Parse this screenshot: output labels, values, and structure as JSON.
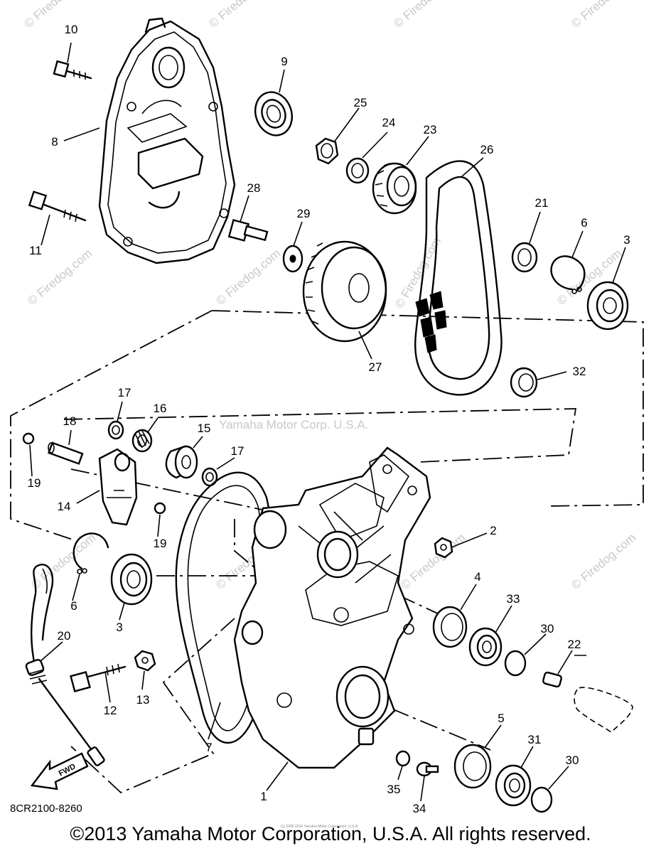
{
  "watermark": {
    "center": "Yamaha Motor Corp. U.S.A.",
    "tile": "© Firedog.com"
  },
  "diagram_code": "8CR2100-8260",
  "fwd_label": "FWD",
  "copyright": "©2013 Yamaha Motor Corporation, U.S.A. All rights reserved.",
  "small_copyright": "(c) 2005-2016 Yamaha Motor Corporation, U.S.A.",
  "callouts": {
    "n1": "1",
    "n2": "2",
    "n3a": "3",
    "n3b": "3",
    "n4": "4",
    "n5": "5",
    "n6a": "6",
    "n6b": "6",
    "n7": "7",
    "n8": "8",
    "n9": "9",
    "n10": "10",
    "n11": "11",
    "n12": "12",
    "n13": "13",
    "n14": "14",
    "n15": "15",
    "n16": "16",
    "n17a": "17",
    "n17b": "17",
    "n18": "18",
    "n19a": "19",
    "n19b": "19",
    "n20": "20",
    "n21": "21",
    "n22": "22",
    "n23": "23",
    "n24": "24",
    "n25": "25",
    "n26": "26",
    "n27": "27",
    "n28": "28",
    "n29": "29",
    "n30a": "30",
    "n30b": "30",
    "n31": "31",
    "n32": "32",
    "n33": "33",
    "n34": "34",
    "n35": "35"
  }
}
